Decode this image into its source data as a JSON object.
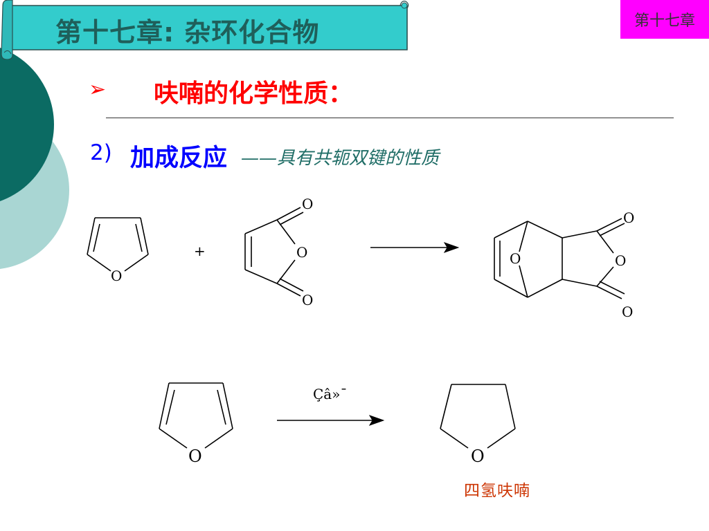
{
  "header": {
    "title": "第十七章: 杂环化合物",
    "chapter_tag": "第十七章"
  },
  "section": {
    "bullet_icon": "arrowhead-bullet-icon",
    "bullet_symbol": "➢",
    "heading": "呋喃的化学性质："
  },
  "subsection": {
    "number": "2)",
    "title": "加成反应",
    "description": "——具有共轭双键的性质"
  },
  "reaction1": {
    "reactant1_O": "O",
    "plus": "+",
    "reactant2_O_top": "O",
    "reactant2_O_ring": "O",
    "reactant2_O_bottom": "O",
    "product_O_bridge": "O",
    "product_O_top": "O",
    "product_O_ring": "O",
    "product_O_bottom": "O"
  },
  "reaction2": {
    "reactant_O": "O",
    "condition": "Çâ»¯",
    "product_O": "O",
    "product_name": "四氢呋喃"
  },
  "colors": {
    "title_bar": "#33cccc",
    "title_text": "#1f5f5a",
    "chapter_tag_bg": "#ff00ff",
    "heading": "#ff0000",
    "subsection": "#0000ff",
    "description": "#1f6d66",
    "product_name": "#cc3300",
    "deco_dark": "#0b6b63",
    "deco_light": "#a9d6d3"
  }
}
